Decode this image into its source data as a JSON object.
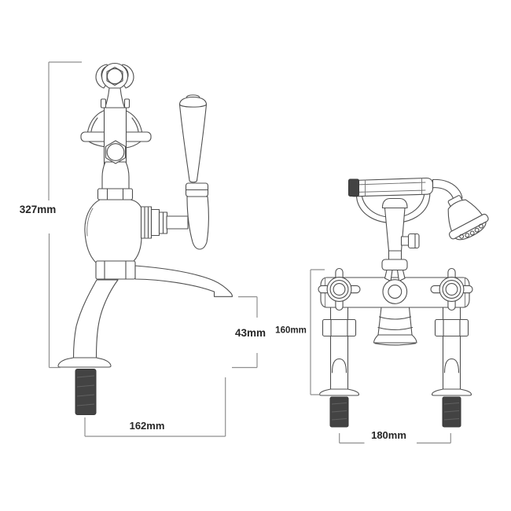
{
  "canvas": {
    "background": "#ffffff"
  },
  "colors": {
    "outline": "#4f4f4f",
    "dimension_line": "#8f8f8f",
    "label_text": "#262626",
    "thread_fill": "#434343"
  },
  "dimensions": {
    "left_view": {
      "height": "327mm",
      "spout_height": "43mm",
      "projection": "162mm"
    },
    "right_view": {
      "height": "160mm",
      "centres": "180mm"
    }
  }
}
